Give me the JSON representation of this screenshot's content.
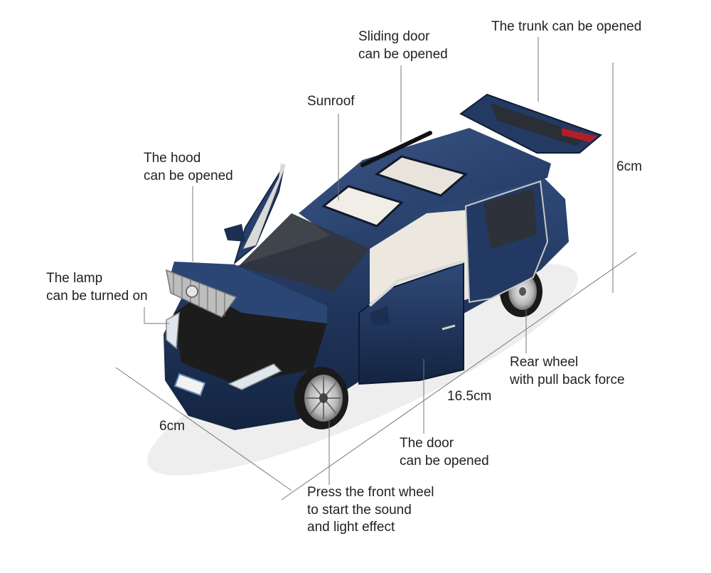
{
  "labels": {
    "trunk": "The trunk can be opened",
    "sliding_door": [
      "Sliding door",
      "can be opened"
    ],
    "sunroof": "Sunroof",
    "hood": [
      "The hood",
      "can be opened"
    ],
    "lamp": [
      "The lamp",
      "can be turned on"
    ],
    "rear_wheel": [
      "Rear wheel",
      "with pull back force"
    ],
    "door": [
      "The door",
      "can be opened"
    ],
    "front_wheel": [
      "Press the front wheel",
      "to start the sound",
      "and light effect"
    ]
  },
  "dimensions": {
    "height": "6cm",
    "width": "6cm",
    "length": "16.5cm"
  },
  "colors": {
    "body": "#1f3358",
    "body_dark": "#132440",
    "line": "#555555",
    "text": "#222222"
  }
}
